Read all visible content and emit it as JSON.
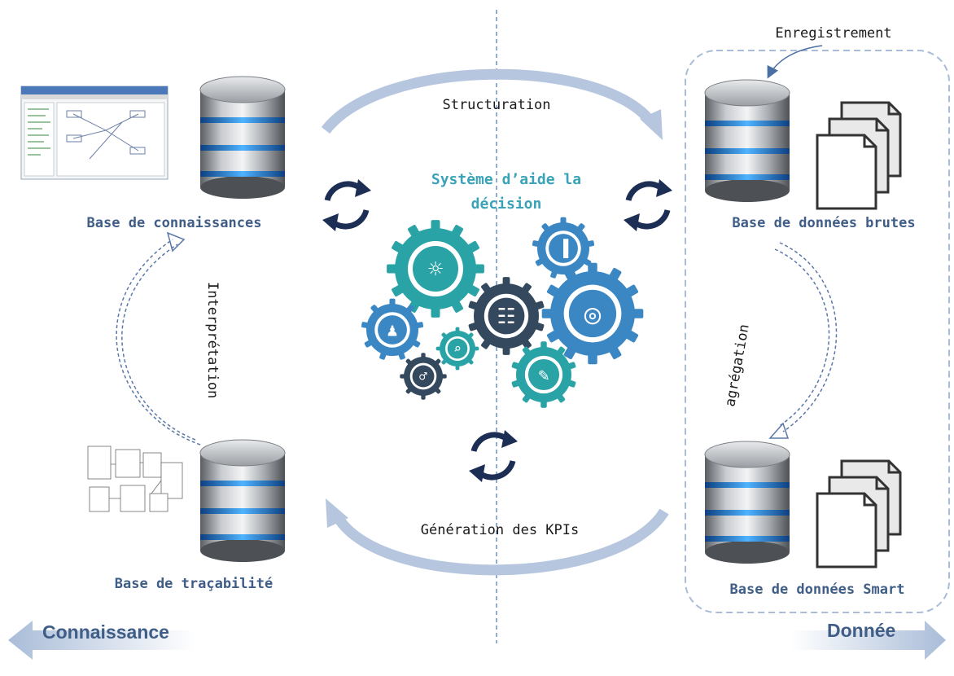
{
  "diagram": {
    "title": "Système d’aide la décision",
    "title_lines": [
      "Système d’aide la",
      "décision"
    ],
    "nodes": {
      "knowledge_base": "Base de connaissances",
      "traceability_base": "Base de traçabilité",
      "raw_db": "Base de données brutes",
      "smart_db": "Base de données Smart"
    },
    "flows": {
      "top": "Structuration",
      "bottom": "Génération des KPIs",
      "left": "Interprétation",
      "right": "agrégation",
      "record": "Enregistrement"
    },
    "axis": {
      "left_label": "Connaissance",
      "right_label": "Donnée"
    },
    "colors": {
      "db_label": "#3f5d86",
      "center_title": "#3aa3b8",
      "arrow": "#b5c6de",
      "gear_teal": "#2aa3a6",
      "gear_blue": "#3b87c4",
      "gear_navy": "#34495e",
      "disk_blue": "#2a8be0"
    },
    "icons": [
      "database-icon",
      "document-stack-icon",
      "refresh-cycle-icon",
      "gears-icon",
      "screenshot-thumbnail"
    ]
  }
}
